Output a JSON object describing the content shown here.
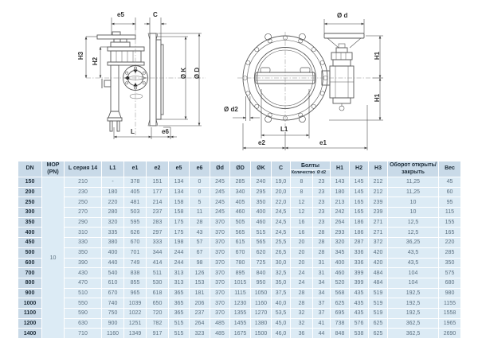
{
  "drawings": {
    "side_view": {
      "labels": {
        "e5": "e5",
        "c": "C",
        "h3": "H3",
        "h2": "H2",
        "dk": "Ø K",
        "dd": "Ø D",
        "l": "L",
        "e6": "e6"
      }
    },
    "front_view": {
      "labels": {
        "dd": "Ø d",
        "h1_top": "H1",
        "h1_bottom": "H1",
        "dd2": "Ø d2",
        "l1": "L1",
        "e2": "e2",
        "e1": "e1"
      }
    }
  },
  "table": {
    "colors": {
      "header_bg": "#c9dae8",
      "cell_bg": "#dcebf5",
      "header_text": "#1d2c38",
      "cell_text": "#5d7181"
    },
    "headers": {
      "dn": "DN",
      "mop": "МОР (PN)",
      "l_series": "L серия 14",
      "l1": "L1",
      "e1": "e1",
      "e2": "e2",
      "e5": "e5",
      "e6": "e6",
      "d": "Ød",
      "dD": "ØD",
      "dK": "ØK",
      "c": "C",
      "bolts": "Болты",
      "bolts_qty": "Количество",
      "bolts_d2": "Ø d2",
      "h1": "H1",
      "h2": "H2",
      "h3": "H3",
      "turns": "Оборот открыть/закрыть",
      "weight": "Вес"
    },
    "mop_value": "10",
    "rows": [
      [
        "150",
        "210",
        "-",
        "378",
        "151",
        "134",
        "0",
        "245",
        "285",
        "240",
        "19,0",
        "8",
        "23",
        "143",
        "145",
        "212",
        "11,25",
        "45"
      ],
      [
        "200",
        "230",
        "180",
        "405",
        "177",
        "134",
        "0",
        "245",
        "340",
        "295",
        "20,0",
        "8",
        "23",
        "180",
        "145",
        "212",
        "11,25",
        "60"
      ],
      [
        "250",
        "250",
        "220",
        "481",
        "214",
        "158",
        "5",
        "245",
        "405",
        "350",
        "22,0",
        "12",
        "23",
        "213",
        "165",
        "239",
        "10",
        "95"
      ],
      [
        "300",
        "270",
        "280",
        "503",
        "237",
        "158",
        "11",
        "245",
        "460",
        "400",
        "24,5",
        "12",
        "23",
        "242",
        "165",
        "239",
        "10",
        "115"
      ],
      [
        "350",
        "290",
        "320",
        "595",
        "283",
        "175",
        "28",
        "370",
        "505",
        "460",
        "24,5",
        "16",
        "23",
        "264",
        "186",
        "271",
        "12,5",
        "155"
      ],
      [
        "400",
        "310",
        "335",
        "626",
        "297",
        "175",
        "43",
        "370",
        "565",
        "515",
        "24,5",
        "16",
        "28",
        "293",
        "186",
        "271",
        "12,5",
        "165"
      ],
      [
        "450",
        "330",
        "380",
        "670",
        "333",
        "198",
        "57",
        "370",
        "615",
        "565",
        "25,5",
        "20",
        "28",
        "320",
        "287",
        "372",
        "36,25",
        "220"
      ],
      [
        "500",
        "350",
        "400",
        "701",
        "344",
        "244",
        "67",
        "370",
        "670",
        "620",
        "26,5",
        "20",
        "28",
        "345",
        "336",
        "420",
        "43,5",
        "285"
      ],
      [
        "600",
        "390",
        "440",
        "749",
        "414",
        "244",
        "98",
        "370",
        "780",
        "725",
        "30,0",
        "20",
        "31",
        "400",
        "336",
        "420",
        "43,5",
        "350"
      ],
      [
        "700",
        "430",
        "540",
        "838",
        "511",
        "313",
        "126",
        "370",
        "895",
        "840",
        "32,5",
        "24",
        "31",
        "460",
        "399",
        "484",
        "104",
        "575"
      ],
      [
        "800",
        "470",
        "610",
        "855",
        "530",
        "313",
        "153",
        "370",
        "1015",
        "950",
        "35,0",
        "24",
        "34",
        "520",
        "399",
        "484",
        "104",
        "680"
      ],
      [
        "900",
        "510",
        "670",
        "965",
        "618",
        "365",
        "181",
        "370",
        "1115",
        "1050",
        "37,5",
        "28",
        "34",
        "568",
        "435",
        "519",
        "192,5",
        "980"
      ],
      [
        "1000",
        "550",
        "740",
        "1039",
        "650",
        "365",
        "206",
        "370",
        "1230",
        "1160",
        "40,0",
        "28",
        "37",
        "625",
        "435",
        "519",
        "192,5",
        "1155"
      ],
      [
        "1100",
        "590",
        "750",
        "1022",
        "720",
        "365",
        "237",
        "370",
        "1355",
        "1270",
        "53,5",
        "32",
        "37",
        "695",
        "435",
        "519",
        "192,5",
        "1558"
      ],
      [
        "1200",
        "630",
        "900",
        "1251",
        "782",
        "515",
        "264",
        "485",
        "1455",
        "1380",
        "45,0",
        "32",
        "41",
        "738",
        "576",
        "625",
        "362,5",
        "1965"
      ],
      [
        "1400",
        "710",
        "1160",
        "1349",
        "917",
        "515",
        "323",
        "485",
        "1675",
        "1500",
        "46,0",
        "36",
        "44",
        "848",
        "538",
        "625",
        "362,5",
        "2690"
      ]
    ]
  }
}
